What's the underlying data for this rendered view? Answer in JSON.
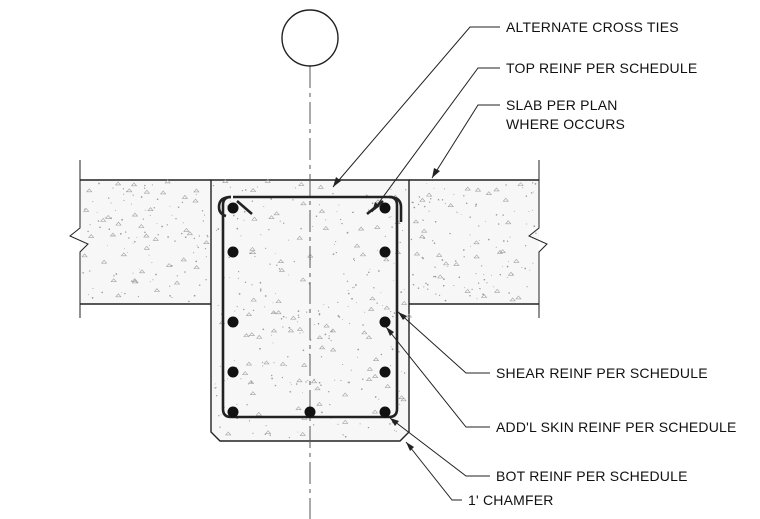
{
  "notes": {
    "cross_ties": "ALTERNATE CROSS TIES",
    "top_reinf": "TOP REINF PER SCHEDULE",
    "slab_line1": "SLAB PER PLAN",
    "slab_line2": "WHERE OCCURS",
    "shear_reinf": "SHEAR REINF PER  SCHEDULE",
    "skin_reinf": "ADD'L SKIN REINF PER SCHEDULE",
    "bot_reinf": "BOT REINF PER SCHEDULE",
    "chamfer": "1' CHAMFER"
  },
  "grid_bubble": {
    "label": ""
  },
  "colors": {
    "linework": "#222222",
    "concrete_fill": "#f7f7f7",
    "stipple": "#9a9a9a"
  }
}
